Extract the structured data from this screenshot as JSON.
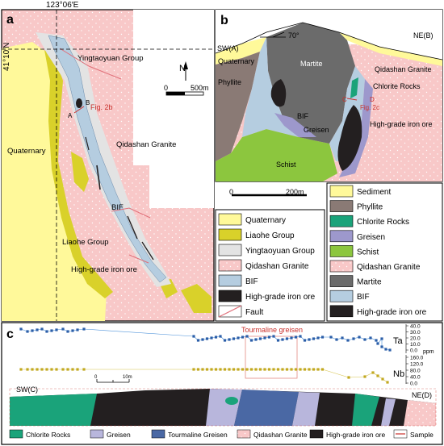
{
  "panel_a": {
    "label": "a",
    "coord_top": "123°06′E",
    "coord_left": "41°10′N",
    "north": "N",
    "scale_zero": "0",
    "scale_end": "500m",
    "labels": {
      "yingtaoyuan": "Yingtaoyuan Group",
      "qidashan": "Qidashan Granite",
      "quaternary": "Quaternary",
      "bif": "BIF",
      "liaohe": "Liaohe Group",
      "hgiron": "High-grade iron ore",
      "fig2b": "Fig. 2b",
      "pt_a": "A",
      "pt_b": "B"
    },
    "legend": [
      {
        "label": "Quaternary",
        "color": "#fff99a"
      },
      {
        "label": "Liaohe Group",
        "color": "#d9d12a"
      },
      {
        "label": "Yingtaoyuan Group",
        "color": "#e3e3e3"
      },
      {
        "label": "Qidashan Granite",
        "color": "#f8c8c8"
      },
      {
        "label": "BIF",
        "color": "#b5cde0"
      },
      {
        "label": "High-grade iron ore",
        "color": "#231f20"
      },
      {
        "label": "Fault",
        "color": "#e0707a"
      }
    ]
  },
  "panel_b": {
    "label": "b",
    "dip": "70°",
    "left_end": "SW(A)",
    "right_end": "NE(B)",
    "labels": {
      "quaternary": "Quaternary",
      "martite": "Martite",
      "qidashan": "Qidashan Granite",
      "phyllite": "Phyllite",
      "chlorite": "Chlorite Rocks",
      "bif": "BIF",
      "greisen": "Greisen",
      "hgiron": "High-grade iron ore",
      "schist": "Schist",
      "pt_c": "C",
      "pt_d": "D",
      "fig2c": "Fig. 2c"
    },
    "scale_zero": "0",
    "scale_end": "200m",
    "legend": [
      {
        "label": "Sediment",
        "color": "#fff99a"
      },
      {
        "label": "Phyllite",
        "color": "#8a7a75"
      },
      {
        "label": "Chlorite Rocks",
        "color": "#1aa37a"
      },
      {
        "label": "Greisen",
        "color": "#9d98cc"
      },
      {
        "label": "Schist",
        "color": "#8cc63e"
      },
      {
        "label": "Qidashan Granite",
        "color": "#f8c8c8"
      },
      {
        "label": "Martite",
        "color": "#6b6b6b"
      },
      {
        "label": "BIF",
        "color": "#b5cde0"
      },
      {
        "label": "High-grade iron ore",
        "color": "#231f20"
      }
    ]
  },
  "panel_c": {
    "label": "c",
    "tourmaline_label": "Tourmaline greisen",
    "ta_label": "Ta",
    "nb_label": "Nb",
    "unit_ppm": "ppm",
    "ta_ticks": [
      "40.0",
      "30.0",
      "20.0",
      "10.0",
      "0.0"
    ],
    "nb_ticks": [
      "160.0",
      "120.0",
      "80.0",
      "40.0",
      "0.0"
    ],
    "scale_zero": "0",
    "scale_end": "10m",
    "left_end": "SW(C)",
    "right_end": "NE(D)",
    "legend": [
      {
        "label": "Chlorite Rocks",
        "color": "#1aa37a"
      },
      {
        "label": "Greisen",
        "color": "#b8b6dc"
      },
      {
        "label": "Tourmaline Greisen",
        "color": "#4a68a4"
      },
      {
        "label": "Qidashan Granite",
        "color": "#f8c8c8"
      },
      {
        "label": "High-grade iron ore",
        "color": "#231f20"
      },
      {
        "label": "Sample",
        "color": "#c9302c"
      }
    ]
  }
}
